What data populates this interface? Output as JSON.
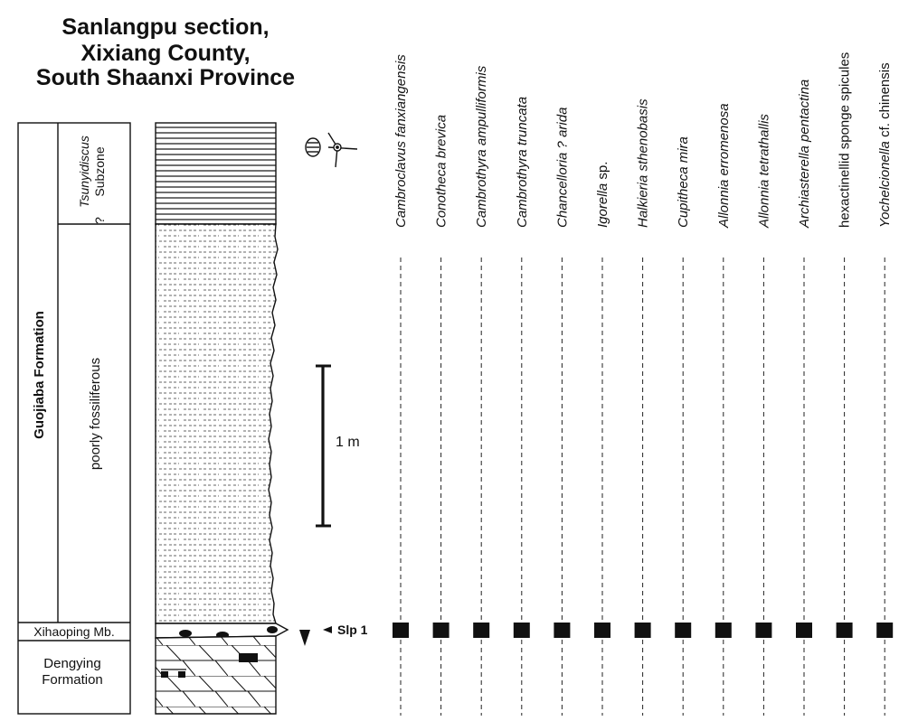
{
  "title": {
    "line1": "Sanlangpu section,",
    "line2": "Xixiang County,",
    "line3": "South Shaanxi Province"
  },
  "column": {
    "guojiaba": "Guojiaba Formation",
    "tsunyidiscus_name": "Tsunyidiscus",
    "tsunyidiscus_rest": "Subzone",
    "question_mark": "?",
    "poorly": "poorly fossiliferous",
    "xihaoping": "Xihaoping Mb.",
    "dengying_1": "Dengying",
    "dengying_2": "Formation"
  },
  "scale_label": "1 m",
  "sample_label": "Slp 1",
  "taxa": [
    {
      "genus": "Cambroclavus",
      "rest": " fanxiangensis",
      "genus_italic": true,
      "rest_italic": true
    },
    {
      "genus": "Conotheca",
      "rest": " brevica",
      "genus_italic": true,
      "rest_italic": true
    },
    {
      "genus": "Cambrothyra",
      "rest": " ampulliformis",
      "genus_italic": true,
      "rest_italic": true
    },
    {
      "genus": "Cambrothyra",
      "rest": " truncata",
      "genus_italic": true,
      "rest_italic": true
    },
    {
      "genus": "Chancelloria",
      "rest": " ? arida",
      "genus_italic": true,
      "rest_italic": true
    },
    {
      "genus": "Igorella",
      "rest": " sp.",
      "genus_italic": true,
      "rest_italic": false
    },
    {
      "genus": "Halkieria",
      "rest": " sthenobasis",
      "genus_italic": true,
      "rest_italic": true
    },
    {
      "genus": "Cupitheca",
      "rest": " mira",
      "genus_italic": true,
      "rest_italic": true
    },
    {
      "genus": "Allonnia",
      "rest": " erromenosa",
      "genus_italic": true,
      "rest_italic": true
    },
    {
      "genus": "Allonnia",
      "rest": " tetrathallis",
      "genus_italic": true,
      "rest_italic": true
    },
    {
      "genus": "Archiasterella",
      "rest": " pentactina",
      "genus_italic": true,
      "rest_italic": true
    },
    {
      "genus": "hexactinellid",
      "rest": " sponge spicules",
      "genus_italic": false,
      "rest_italic": false
    },
    {
      "genus": "Yochelcionella",
      "rest": " cf. chinensis",
      "genus_italic": true,
      "rest_italic": false
    }
  ]
}
